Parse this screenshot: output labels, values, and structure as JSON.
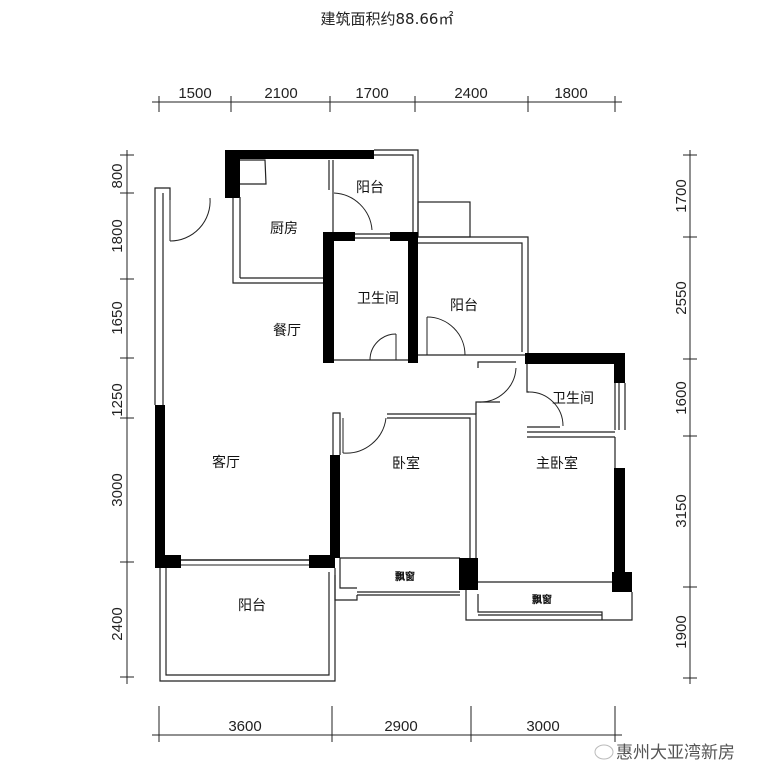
{
  "title": "建筑面积约88.66㎡",
  "dimensions": {
    "top": [
      "1500",
      "2100",
      "1700",
      "2400",
      "1800"
    ],
    "left": [
      "800",
      "1800",
      "1650",
      "1250",
      "3000",
      "2400"
    ],
    "right": [
      "1700",
      "2550",
      "1600",
      "3150",
      "1900"
    ],
    "bottom": [
      "3600",
      "2900",
      "3000"
    ]
  },
  "rooms": {
    "balcony_top": "阳台",
    "kitchen": "厨房",
    "bathroom_1": "卫生间",
    "balcony_mid": "阳台",
    "dining": "餐厅",
    "bathroom_2": "卫生间",
    "living": "客厅",
    "bedroom": "卧室",
    "master_bedroom": "主卧室",
    "bay_window_1": "飘窗",
    "bay_window_2": "飘窗",
    "balcony_bottom": "阳台"
  },
  "watermark": "惠州大亚湾新房"
}
